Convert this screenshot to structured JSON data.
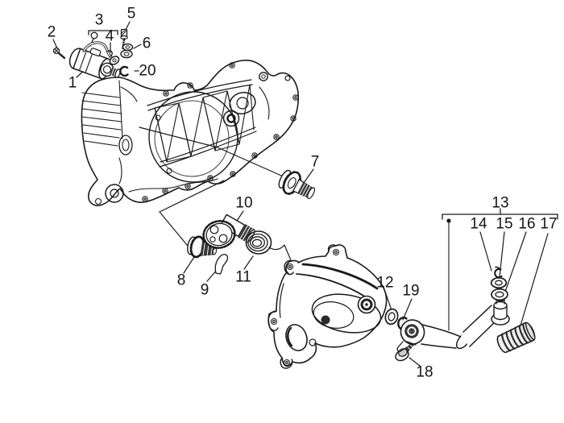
{
  "diagram": {
    "background": "#ffffff",
    "line_color": "#1a1a1a",
    "callouts": {
      "starter_motor": "1",
      "mounting_screw": "2",
      "cable_assembly": "3",
      "cable": "4",
      "terminal_screw": "5",
      "terminal_washers": "6",
      "pinion_gear": "7",
      "idler_gear": "8",
      "spacer": "9",
      "kick_gear": "10",
      "return_spring": "11",
      "washer_12": "12",
      "lever_assembly": "13",
      "clip_14": "14",
      "washer_15": "15",
      "bush_16": "16",
      "pedal_rubber": "17",
      "pivot_bolt": "18",
      "circlip_19": "19",
      "retaining_clip": "20"
    }
  }
}
